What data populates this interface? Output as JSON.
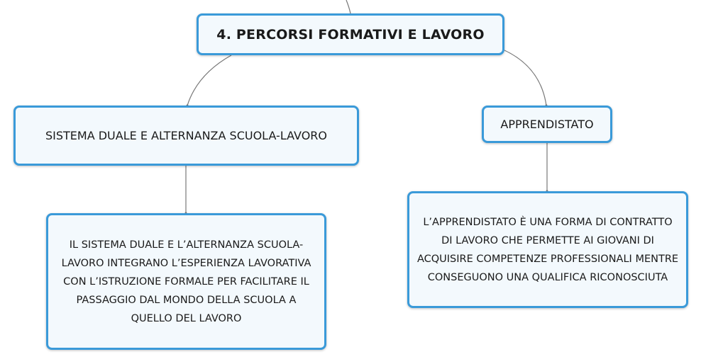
{
  "root": {
    "label": "4. PERCORSI FORMATIVI E LAVORO"
  },
  "branches": [
    {
      "label": "SISTEMA DUALE E ALTERNANZA SCUOLA-LAVORO",
      "detail": "IL SISTEMA DUALE E L’ALTERNANZA SCUOLA-LAVORO INTEGRANO L’ESPERIENZA LAVORATIVA CON L’ISTRUZIONE FORMALE PER FACILITARE IL PASSAGGIO DAL MONDO DELLA SCUOLA A QUELLO DEL LAVORO"
    },
    {
      "label": "APPRENDISTATO",
      "detail": "L’APPRENDISTATO È UNA FORMA DI CONTRATTO DI LAVORO CHE PERMETTE AI GIOVANI DI ACQUISIRE COMPETENZE PROFESSIONALI MENTRE CONSEGUONO UNA QUALIFICA RICONOSCIUTA"
    }
  ],
  "colors": {
    "node_border": "#3a9ad9",
    "node_fill": "#f3f9fd",
    "connector": "#777777"
  }
}
